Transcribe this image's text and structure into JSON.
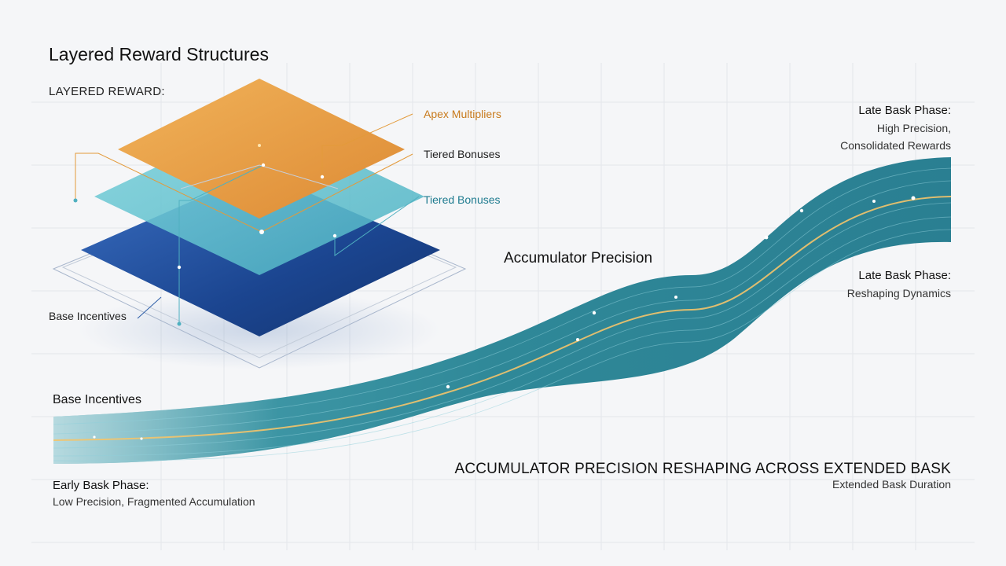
{
  "title": "Layered Reward Structures",
  "section_label": "LAYERED REWARD:",
  "layers": {
    "apex": "Apex Multipliers",
    "tier_top": "Tiered Bonuses",
    "tier_mid": "Tiered Bonuses",
    "base": "Base Incentives"
  },
  "wave": {
    "center_label": "Accumulator Precision",
    "start_label": "Base Incentives",
    "early_title": "Early Bask Phase:",
    "early_sub": "Low Precision, Fragmented Accumulation",
    "late_top_title": "Late Bask Phase:",
    "late_top_sub1": "High Precision,",
    "late_top_sub2": "Consolidated Rewards",
    "late_mid_title": "Late Bask Phase:",
    "late_mid_sub": "Reshaping Dynamics",
    "footer_title": "ACCUMULATOR PRECISION RESHAPING ACROSS EXTENDED BASK",
    "footer_sub": "Extended Bask Duration"
  },
  "colors": {
    "apex": "#e9a445",
    "tier": "#6cc6d1",
    "base": "#1f4f9e",
    "wave": "#2e8a99",
    "glow": "#f2b54a"
  }
}
